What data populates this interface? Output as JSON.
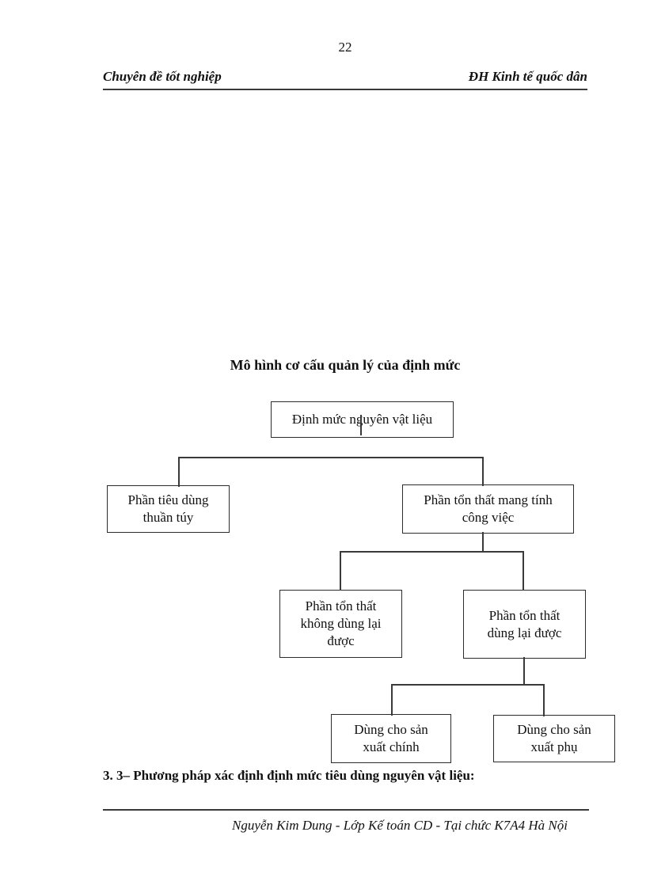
{
  "page_number": "22",
  "header": {
    "left": "Chuyên đề tốt nghiệp",
    "right": "ĐH Kinh tế quốc dân"
  },
  "diagram": {
    "title": "Mô hình cơ cấu quản lý của định mức",
    "nodes": {
      "root": "Định mức nguyên vật liệu",
      "tieu_dung": "Phần tiêu dùng\nthuần túy",
      "cong_viec": "Phần tổn thất mang tính\ncông việc",
      "khong_dung_lai": "Phần tổn thất\nkhông dùng lại\nđược",
      "dung_lai": "Phần tổn thất\ndùng lại được",
      "sx_chinh": "Dùng cho sản\nxuất chính",
      "sx_phu": "Dùng cho sản\nxuất phụ"
    }
  },
  "section_heading": "3. 3– Phương pháp xác định định mức tiêu dùng nguyên vật liệu:",
  "footer": "Nguyễn Kim Dung - Lớp Kế toán CD - Tại chức K7A4 Hà Nội",
  "colors": {
    "text": "#111111",
    "line": "#3a3a3a",
    "background": "#ffffff"
  }
}
